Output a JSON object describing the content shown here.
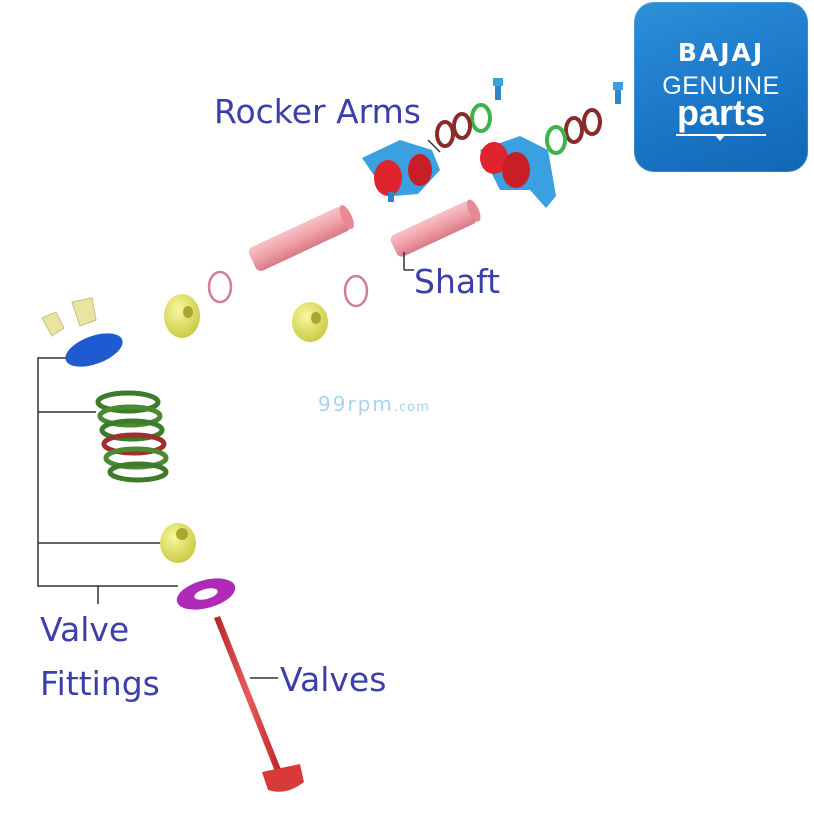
{
  "labels": {
    "rocker_arms": "Rocker Arms",
    "shaft": "Shaft",
    "valve_fittings_line1": "Valve",
    "valve_fittings_line2": "Fittings",
    "valves": "Valves"
  },
  "logo": {
    "brand": "BAJAJ",
    "line2": "GENUINE",
    "line3": "parts",
    "background": "#1a78c8"
  },
  "watermark": {
    "main": "99rpm",
    "suffix": ".com"
  },
  "colors": {
    "label_text": "#3b3fa8",
    "rocker_arm": "#3aa0e0",
    "rocker_roller": "#e0242e",
    "shaft": "#f0a0a8",
    "oring_green": "#3cb44a",
    "oring_brown": "#8a2a2a",
    "guide_yellow": "#e3e35a",
    "retainer_blue": "#1e5bd0",
    "spring_green": "#3d7a2a",
    "washer_magenta": "#b02ab8",
    "valve_red": "#d83a3a",
    "cotter_beige": "#eae4a0"
  }
}
